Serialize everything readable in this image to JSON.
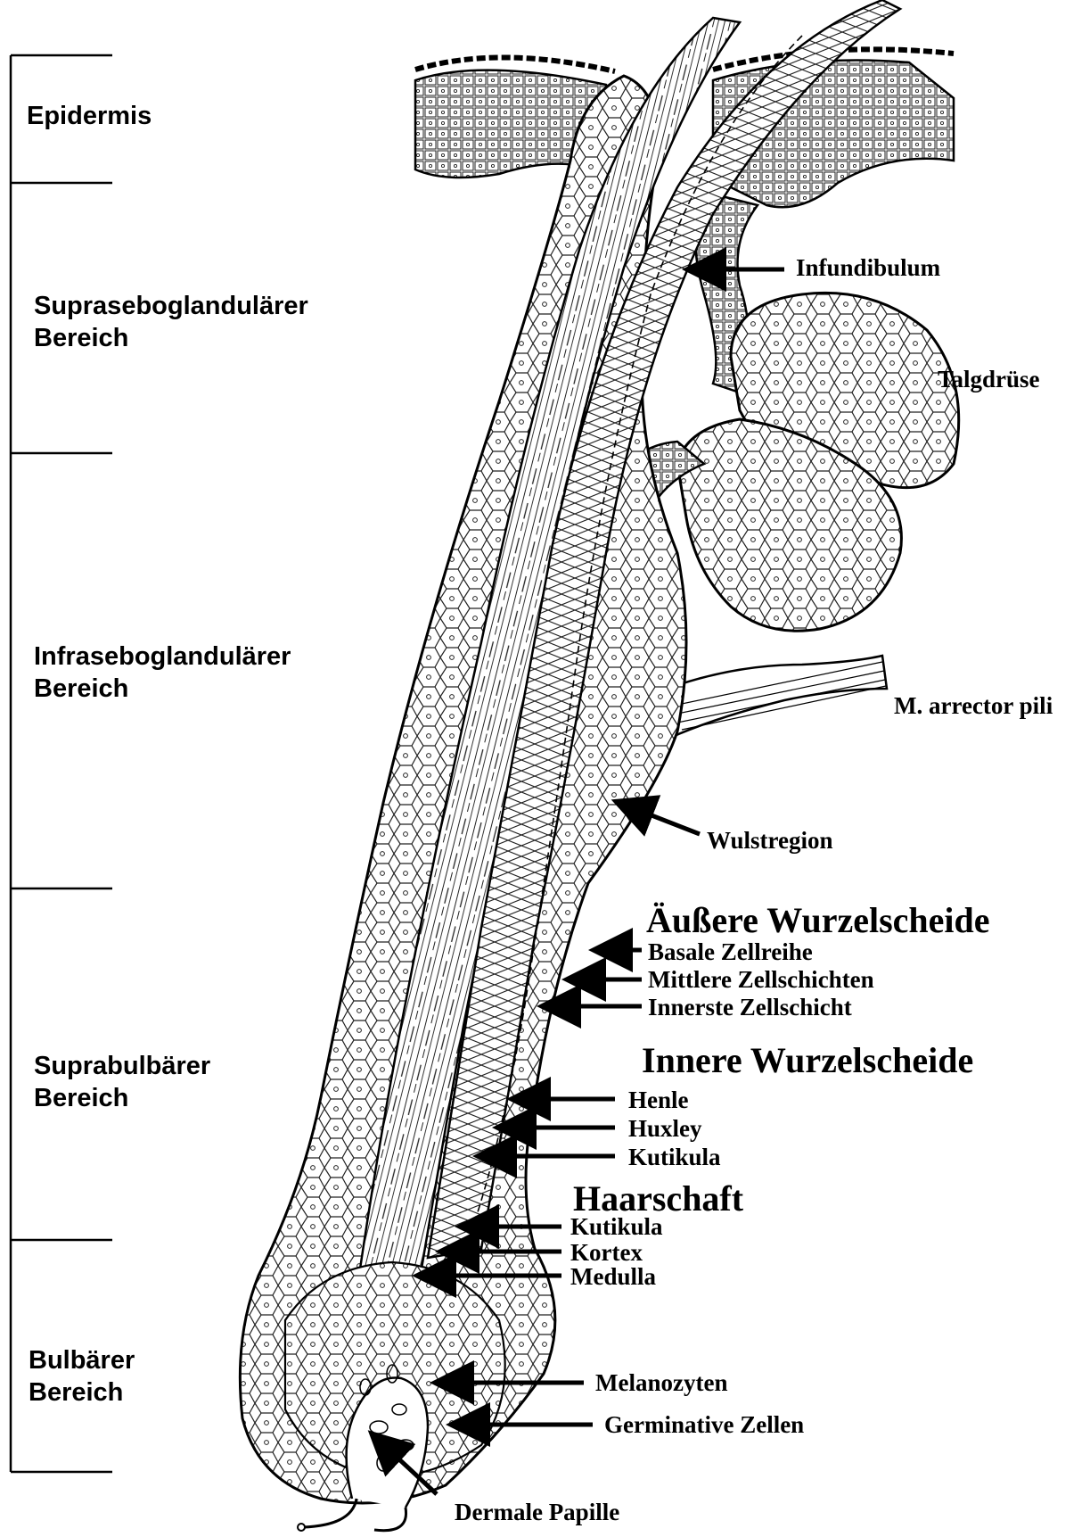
{
  "regions": {
    "epidermis": "Epidermis",
    "supraseboglandular": "Supraseboglandulärer\n          Bereich",
    "infraseboglandular": "Infraseboglandulärer\n          Bereich",
    "suprabulbar": "Suprabulbärer\n      Bereich",
    "bulbar": "Bulbärer\nBereich"
  },
  "labels": {
    "infundibulum": "Infundibulum",
    "talgdruese": "Talgdrüse",
    "arrector": "M. arrector pili",
    "wulstregion": "Wulstregion",
    "aeussere_heading": "Äußere Wurzelscheide",
    "basale": "Basale Zellreihe",
    "mittlere": "Mittlere Zellschichten",
    "innerste": "Innerste Zellschicht",
    "innere_heading": "Innere Wurzelscheide",
    "henle": "Henle",
    "huxley": "Huxley",
    "kutikula_irs": "Kutikula",
    "haarschaft_heading": "Haarschaft",
    "kutikula_shaft": "Kutikula",
    "kortex": "Kortex",
    "medulla": "Medulla",
    "melanozyten": "Melanozyten",
    "germinative": "Germinative Zellen",
    "dermale_papille": "Dermale Papille"
  }
}
